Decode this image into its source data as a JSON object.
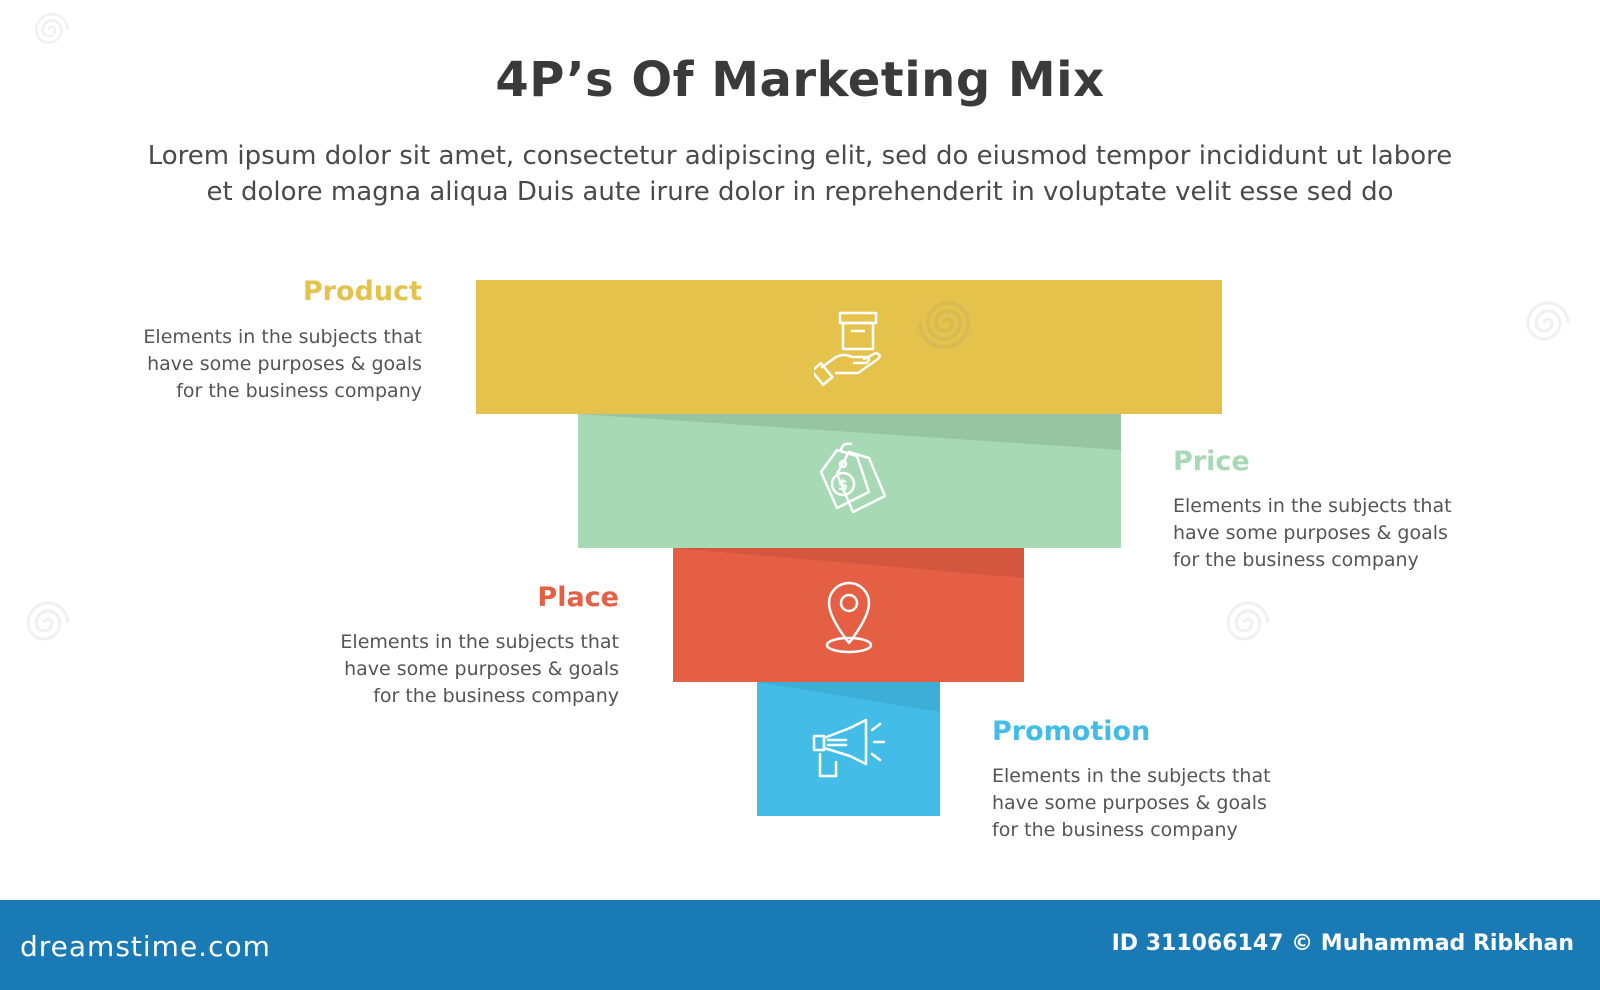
{
  "title": "4P’s Of Marketing Mix",
  "subtitle_line1": "Lorem ipsum dolor sit amet, consectetur adipiscing elit, sed do eiusmod tempor incididunt ut labore",
  "subtitle_line2": "et dolore magna aliqua Duis aute irure dolor in reprehenderit in voluptate velit esse sed do",
  "items": [
    {
      "label": "Product",
      "desc_line1": "Elements in the subjects that",
      "desc_line2": "have  some purposes & goals",
      "desc_line3": "for the  business company",
      "color": "#e4c24b",
      "icon": "box-in-hand-icon"
    },
    {
      "label": "Price",
      "desc_line1": "Elements in the subjects that",
      "desc_line2": "have  some purposes & goals",
      "desc_line3": "for the  business company",
      "color": "#a6d9b4",
      "icon": "price-tag-icon"
    },
    {
      "label": "Place",
      "desc_line1": "Elements in the subjects that",
      "desc_line2": "have  some purposes & goals",
      "desc_line3": "for the  business company",
      "color": "#e55f45",
      "icon": "location-pin-icon"
    },
    {
      "label": "Promotion",
      "desc_line1": "Elements in the subjects that",
      "desc_line2": "have  some purposes & goals",
      "desc_line3": "for the  business company",
      "color": "#43bde8",
      "icon": "megaphone-icon"
    }
  ],
  "footer": {
    "brand": "dreamstime.com",
    "credit": "ID 311066147 © Muhammad Ribkhan",
    "color": "#1a7ab5"
  }
}
